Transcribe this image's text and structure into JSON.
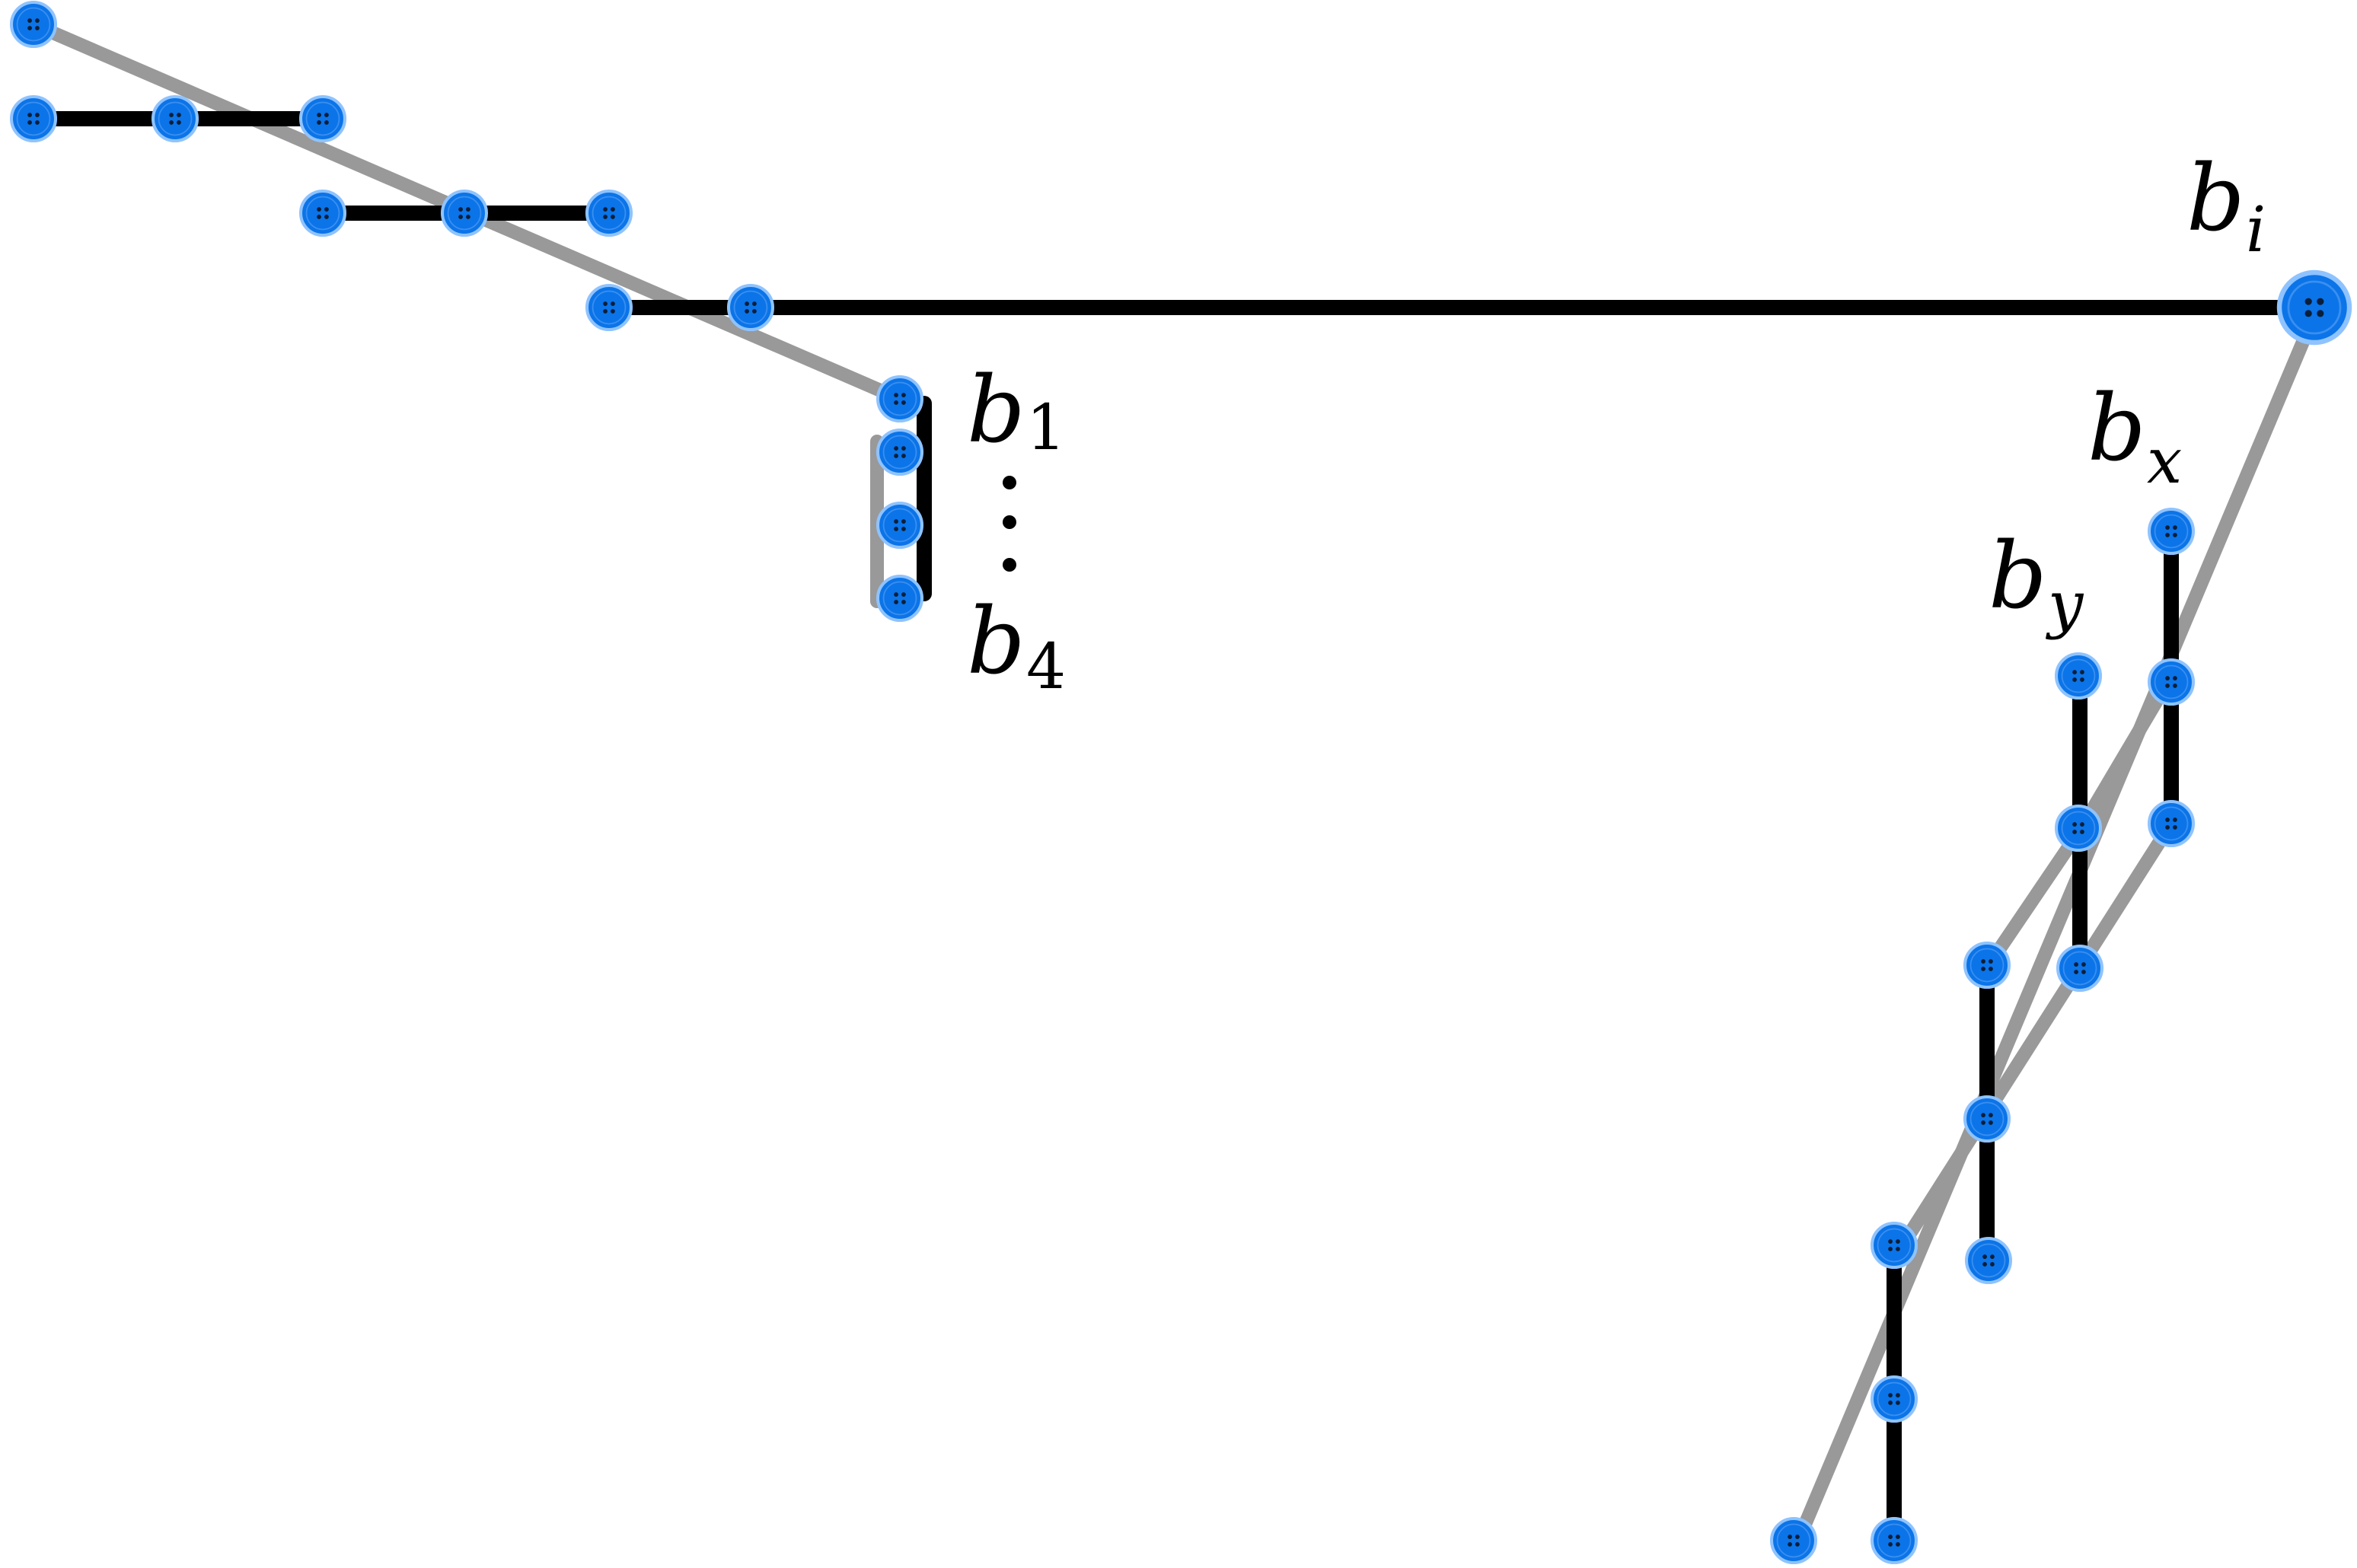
{
  "colors": {
    "button_fill": "#0b74e8",
    "button_ring": "#8fc3ff",
    "button_holes": "#0a1f3a",
    "black_thread": "#000000",
    "grey_thread": "#999999",
    "background": "#ffffff"
  },
  "labels": {
    "bi": {
      "base": "b",
      "sub": "i"
    },
    "b1": {
      "base": "b",
      "sub": "1"
    },
    "b4": {
      "base": "b",
      "sub": "4"
    },
    "bx": {
      "base": "b",
      "sub": "x"
    },
    "by": {
      "base": "b",
      "sub": "y"
    }
  },
  "icons": {
    "button": "sewing-button-icon",
    "vertical_ellipsis": "vertical-ellipsis-icon"
  }
}
